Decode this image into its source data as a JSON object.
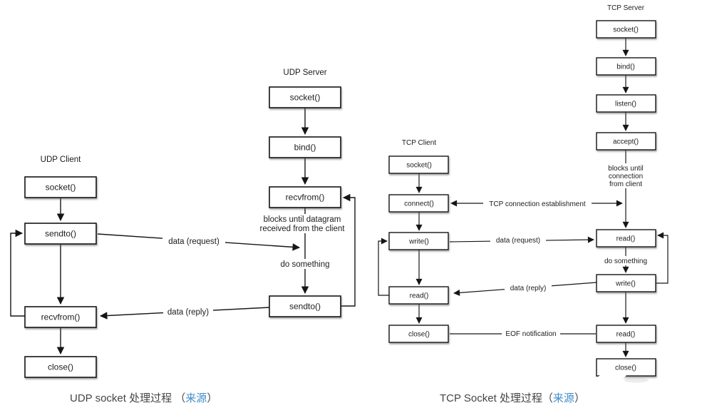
{
  "colors": {
    "link_blue": "#3d8ecc",
    "line_black": "#161616"
  },
  "udp_client": {
    "title": "UDP Client",
    "boxes": {
      "socket": "socket()",
      "sendto": "sendto()",
      "recvfrom": "recvfrom()",
      "close": "close()"
    }
  },
  "udp_server": {
    "title": "UDP Server",
    "boxes": {
      "socket": "socket()",
      "bind": "bind()",
      "recvfrom": "recvfrom()",
      "sendto": "sendto()"
    },
    "notes": {
      "blocks_line1": "blocks until datagram",
      "blocks_line2": "received from the client",
      "do_something": "do something"
    }
  },
  "udp_edges": {
    "request": "data (request)",
    "reply": "data (reply)"
  },
  "tcp_client": {
    "title": "TCP Client",
    "boxes": {
      "socket": "socket()",
      "connect": "connect()",
      "write": "write()",
      "read": "read()",
      "close": "close()"
    }
  },
  "tcp_server": {
    "title": "TCP Server",
    "boxes": {
      "socket": "socket()",
      "bind": "bind()",
      "listen": "listen()",
      "accept": "accept()",
      "read1": "read()",
      "write": "write()",
      "read2": "read()",
      "close": "close()"
    },
    "notes": {
      "blocks_line1": "blocks until",
      "blocks_line2": "connection",
      "blocks_line3": "from client",
      "do_something": "do something"
    }
  },
  "tcp_edges": {
    "establish": "TCP connection establishment",
    "request": "data (request)",
    "reply": "data (reply)",
    "eof": "EOF notification"
  },
  "captions": {
    "udp": {
      "prefix": "UDP socket 处理过程 （",
      "link": "来源",
      "suffix": "）"
    },
    "tcp": {
      "prefix": "TCP Socket 处理过程（",
      "link": "来源",
      "suffix": "）"
    }
  }
}
